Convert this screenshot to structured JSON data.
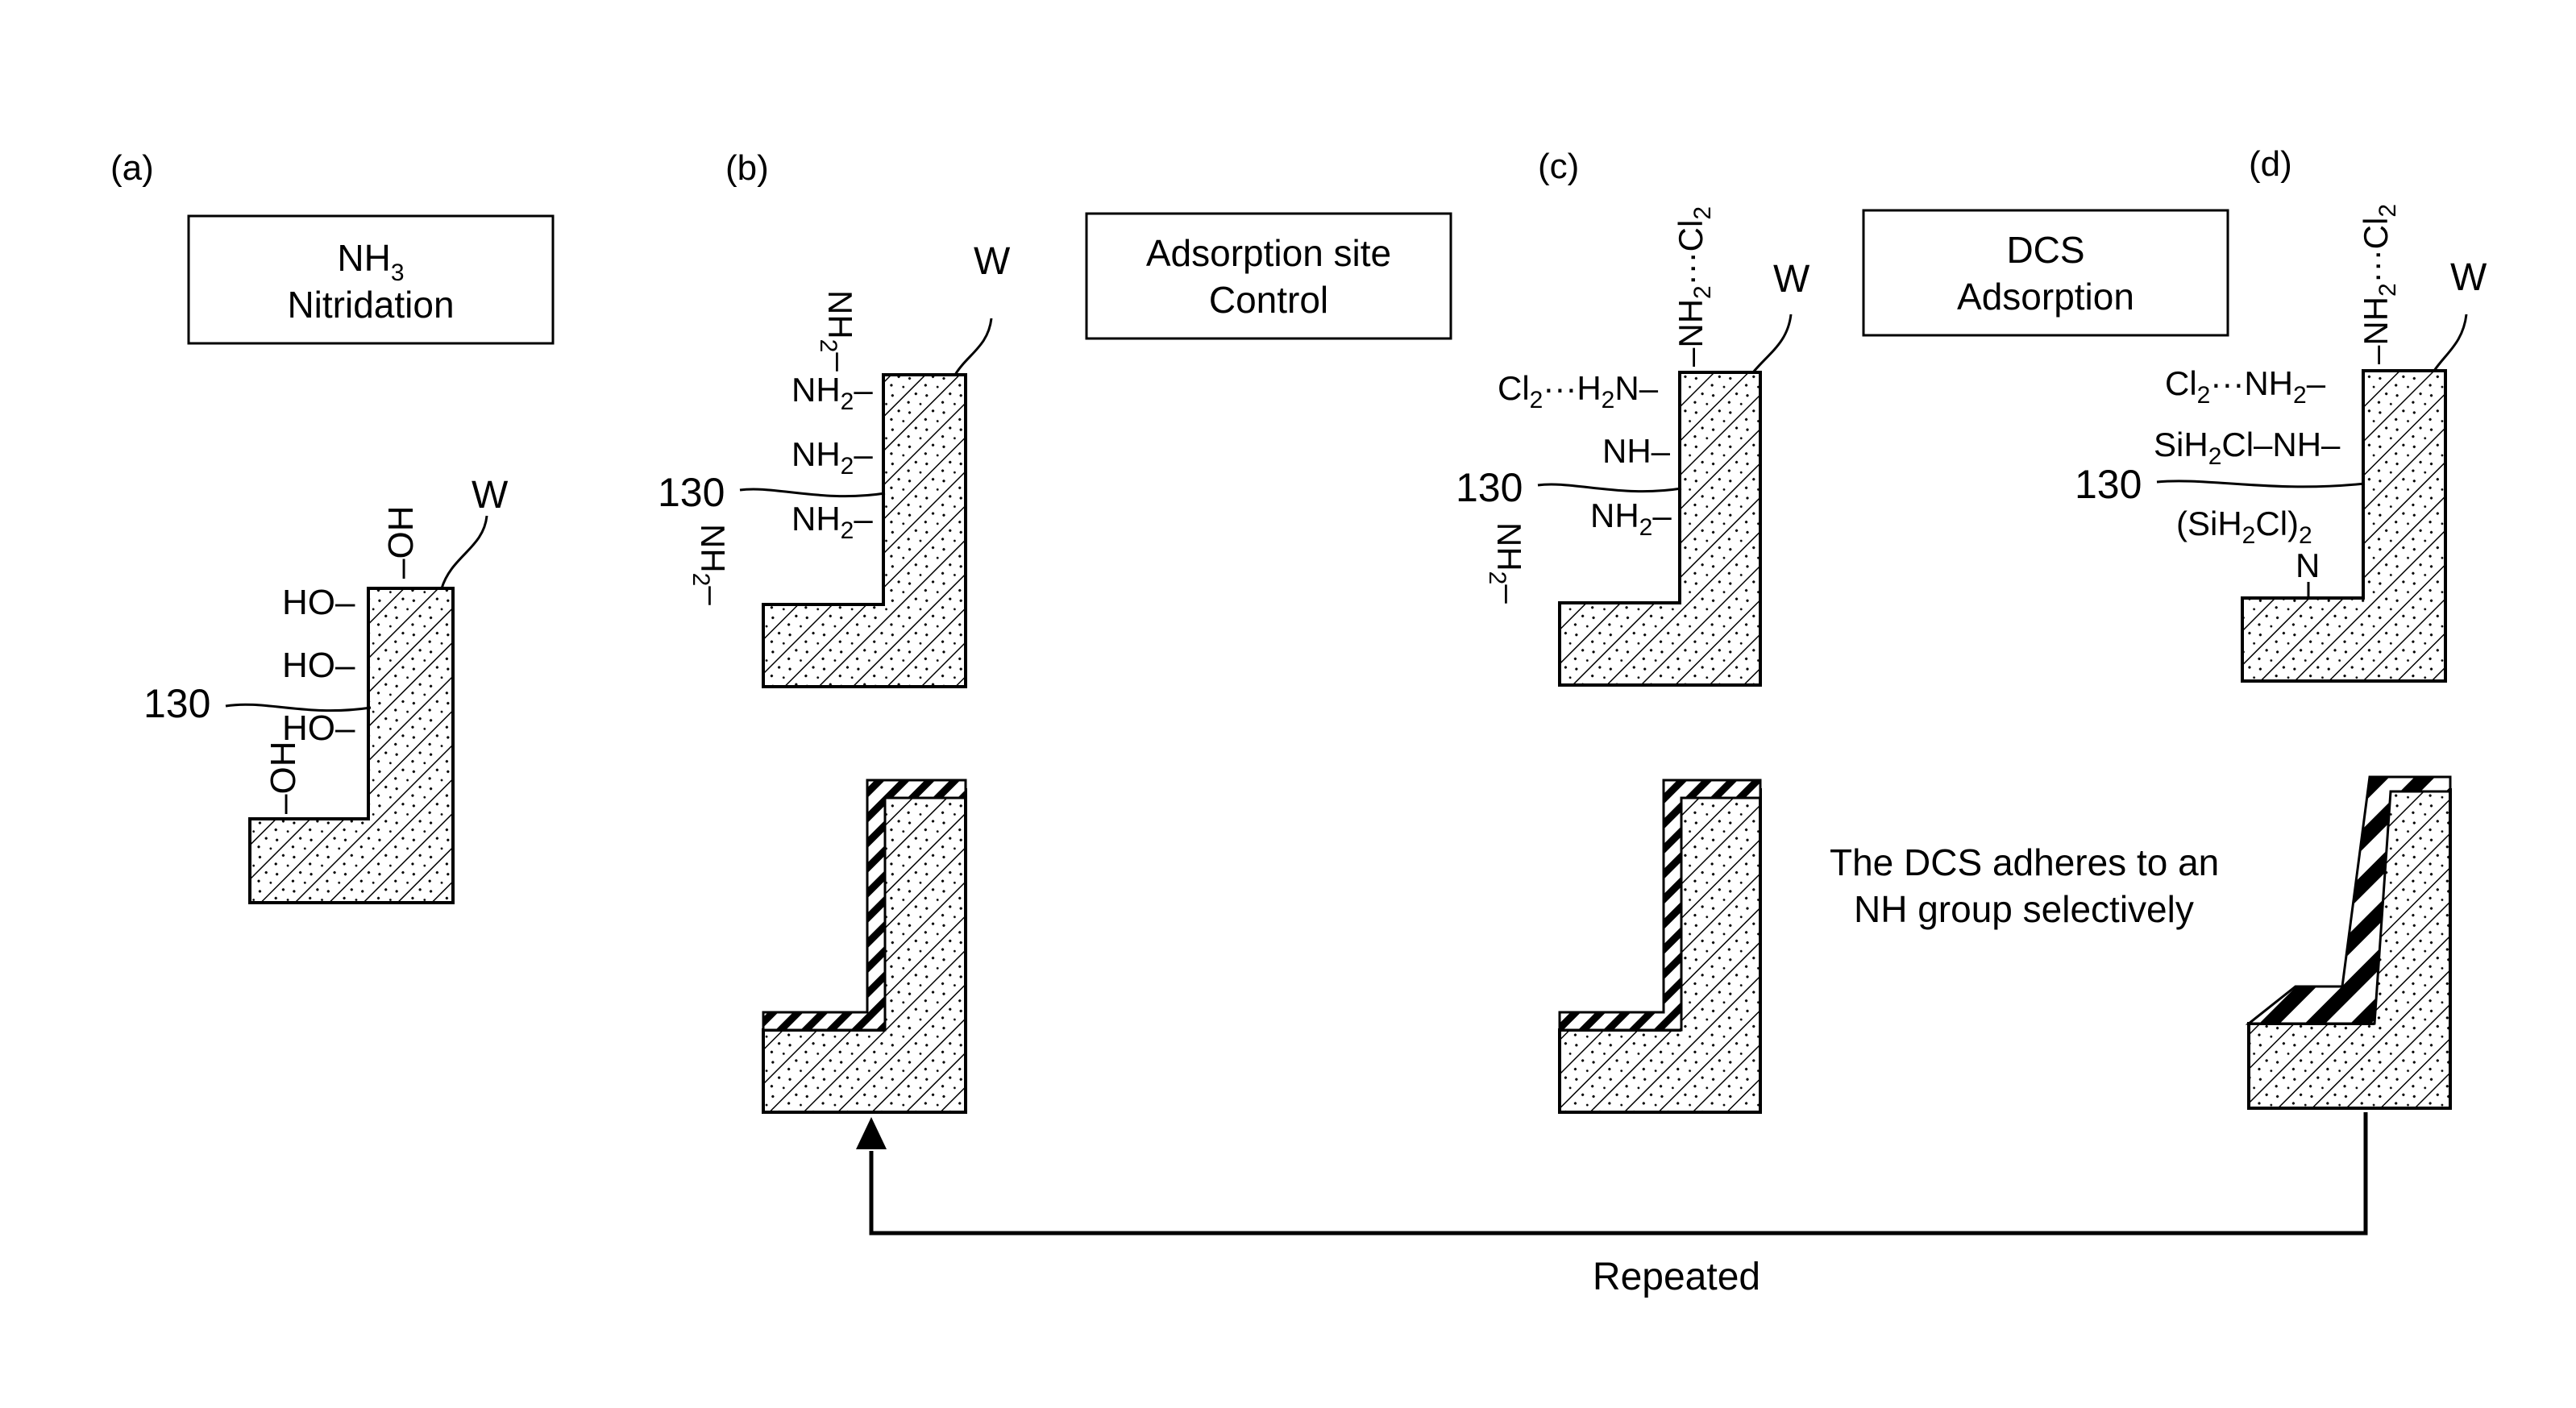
{
  "panels": {
    "a": {
      "label": "(a)",
      "box_line1": "NH",
      "box_line1_sub": "3",
      "box_line2": "Nitridation"
    },
    "b": {
      "label": "(b)",
      "box_line1": "Adsorption site",
      "box_line2": "Control"
    },
    "c": {
      "label": "(c)"
    },
    "d": {
      "label": "(d)",
      "box_line1": "DCS",
      "box_line2": "Adsorption"
    }
  },
  "labels": {
    "wafer": "W",
    "layer": "130",
    "hydroxyl": "HO–",
    "hydroxyl_top": "–OH",
    "amine": "NH",
    "amine_sub": "2",
    "imine": "NH–",
    "chlorine": "Cl",
    "chlorine_sub": "2",
    "dots": "···",
    "silyl_amine": "SiH",
    "silyl_amine_tail": "Cl–NH–",
    "silyl_group_open": "(SiH",
    "silyl_group_mid": "Cl)",
    "nitrogen": "N"
  },
  "note": {
    "line1": "The DCS adheres to an",
    "line2": "NH group selectively"
  },
  "loop_label": "Repeated",
  "colors": {
    "ink": "#000000",
    "paper": "#ffffff"
  }
}
